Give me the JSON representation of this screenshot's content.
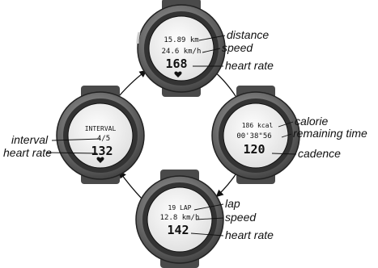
{
  "watches": {
    "top": {
      "screen": {
        "line1": "15.89 km",
        "line2": "24.6 km/h",
        "line3": "168"
      },
      "labels": {
        "distance": "distance",
        "speed": "speed",
        "heart_rate": "heart rate"
      }
    },
    "right": {
      "screen": {
        "line1": "186 kcal",
        "line2": "00'38\"56",
        "line3": "120"
      },
      "labels": {
        "calorie": "calorie",
        "remaining_time": "remaining time",
        "cadence": "cadence"
      }
    },
    "bottom": {
      "screen": {
        "line1": "19  LAP",
        "line2": "12.8 km/h",
        "line3": "142"
      },
      "labels": {
        "lap": "lap",
        "speed": "speed",
        "heart_rate": "heart rate"
      }
    },
    "left": {
      "screen": {
        "line1": "INTERVAL",
        "line2": "4/5",
        "line3": "132"
      },
      "labels": {
        "interval": "interval",
        "heart_rate": "heart rate"
      }
    }
  },
  "colors": {
    "bezel": "#6e6e6e",
    "lens": "#f2f2f2",
    "text": "#111111"
  },
  "icons": [
    "watch-illustration",
    "heart-icon",
    "cycle-arrow"
  ]
}
